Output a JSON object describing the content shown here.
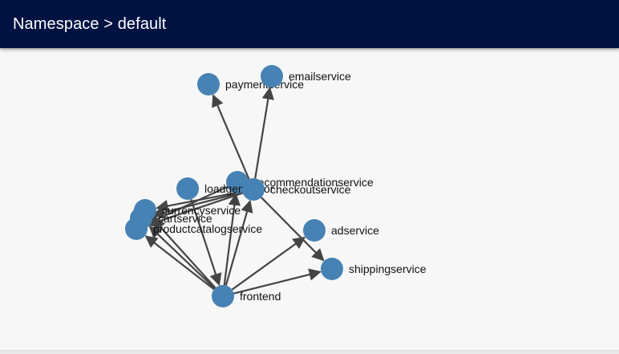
{
  "header": {
    "title": "Namespace > default"
  },
  "colors": {
    "app_bar": "#001242",
    "node": "#4682b4",
    "edge": "#444444",
    "background": "#f7f7f7"
  },
  "graph": {
    "nodes": [
      {
        "id": "paymentservice",
        "label": "paymentservice"
      },
      {
        "id": "emailservice",
        "label": "emailservice"
      },
      {
        "id": "recommendationservice",
        "label": "recommendationservice"
      },
      {
        "id": "loadgenerator",
        "label": "loadgenerator"
      },
      {
        "id": "checkoutservice",
        "label": "checkoutservice"
      },
      {
        "id": "currencyservice",
        "label": "currencyservice"
      },
      {
        "id": "cartservice",
        "label": "cartservice"
      },
      {
        "id": "productcatalogservice",
        "label": "productcatalogservice"
      },
      {
        "id": "adservice",
        "label": "adservice"
      },
      {
        "id": "shippingservice",
        "label": "shippingservice"
      },
      {
        "id": "frontend",
        "label": "frontend"
      }
    ],
    "edges": [
      {
        "source": "checkoutservice",
        "target": "paymentservice"
      },
      {
        "source": "checkoutservice",
        "target": "emailservice"
      },
      {
        "source": "checkoutservice",
        "target": "currencyservice"
      },
      {
        "source": "checkoutservice",
        "target": "cartservice"
      },
      {
        "source": "checkoutservice",
        "target": "productcatalogservice"
      },
      {
        "source": "checkoutservice",
        "target": "shippingservice"
      },
      {
        "source": "recommendationservice",
        "target": "productcatalogservice"
      },
      {
        "source": "loadgenerator",
        "target": "frontend"
      },
      {
        "source": "frontend",
        "target": "adservice"
      },
      {
        "source": "frontend",
        "target": "shippingservice"
      },
      {
        "source": "frontend",
        "target": "checkoutservice"
      },
      {
        "source": "frontend",
        "target": "recommendationservice"
      },
      {
        "source": "frontend",
        "target": "currencyservice"
      },
      {
        "source": "frontend",
        "target": "cartservice"
      },
      {
        "source": "frontend",
        "target": "productcatalogservice"
      }
    ]
  }
}
